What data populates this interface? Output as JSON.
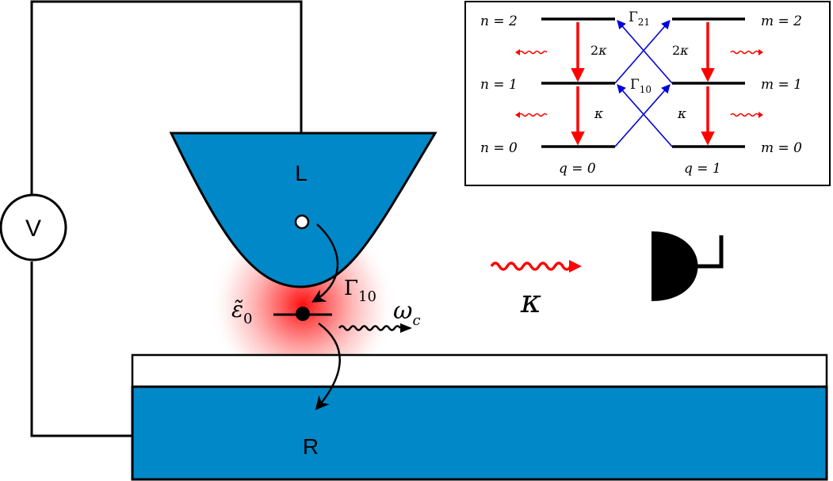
{
  "circuit": {
    "voltmeter_label": "V",
    "lead_left_label": "L",
    "lead_right_label": "R"
  },
  "transport": {
    "level_symbol": "ε̃",
    "level_subscript": "0",
    "rate_symbol": "Γ",
    "rate_subscript": "10",
    "photon_symbol": "ω",
    "photon_subscript": "c"
  },
  "cavity": {
    "decay_symbol": "κ"
  },
  "inset": {
    "left_levels": [
      "n = 2",
      "n = 1",
      "n = 0"
    ],
    "right_levels": [
      "m = 2",
      "m = 1",
      "m = 0"
    ],
    "left_decay_labels": [
      "2κ",
      "κ"
    ],
    "right_decay_labels": [
      "2κ",
      "κ"
    ],
    "cross_rates": [
      {
        "symbol": "Γ",
        "subscript": "21"
      },
      {
        "symbol": "Γ",
        "subscript": "10"
      }
    ],
    "q_labels": [
      "q = 0",
      "q = 1"
    ]
  },
  "colors": {
    "lead_blue": "#0088c8",
    "emission_red": "#ff0000",
    "transition_blue": "#0000dd",
    "outline": "#000000"
  }
}
